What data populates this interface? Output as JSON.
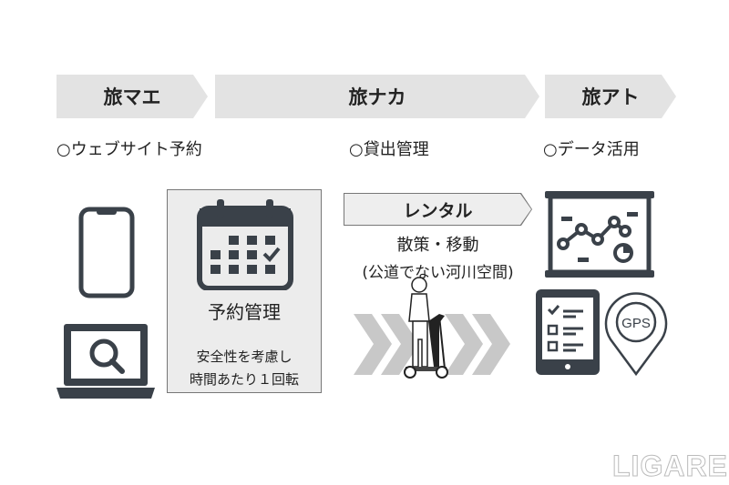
{
  "phases": [
    {
      "label": "旅マエ"
    },
    {
      "label": "旅ナカ"
    },
    {
      "label": "旅アト"
    }
  ],
  "subheadings": [
    "○ウェブサイト予約",
    "○貸出管理",
    "○データ活用"
  ],
  "reservation_box": {
    "title": "予約管理",
    "note_line1": "安全性を考慮し",
    "note_line2": "時間あたり１回転"
  },
  "rental": {
    "label": "レンタル",
    "line1": "散策・移動",
    "line2": "(公道でない河川空間)"
  },
  "gps_label": "GPS",
  "watermark": "LIGARE",
  "colors": {
    "icon": "#3a4149",
    "phase_bg": "#e3e3e3"
  }
}
